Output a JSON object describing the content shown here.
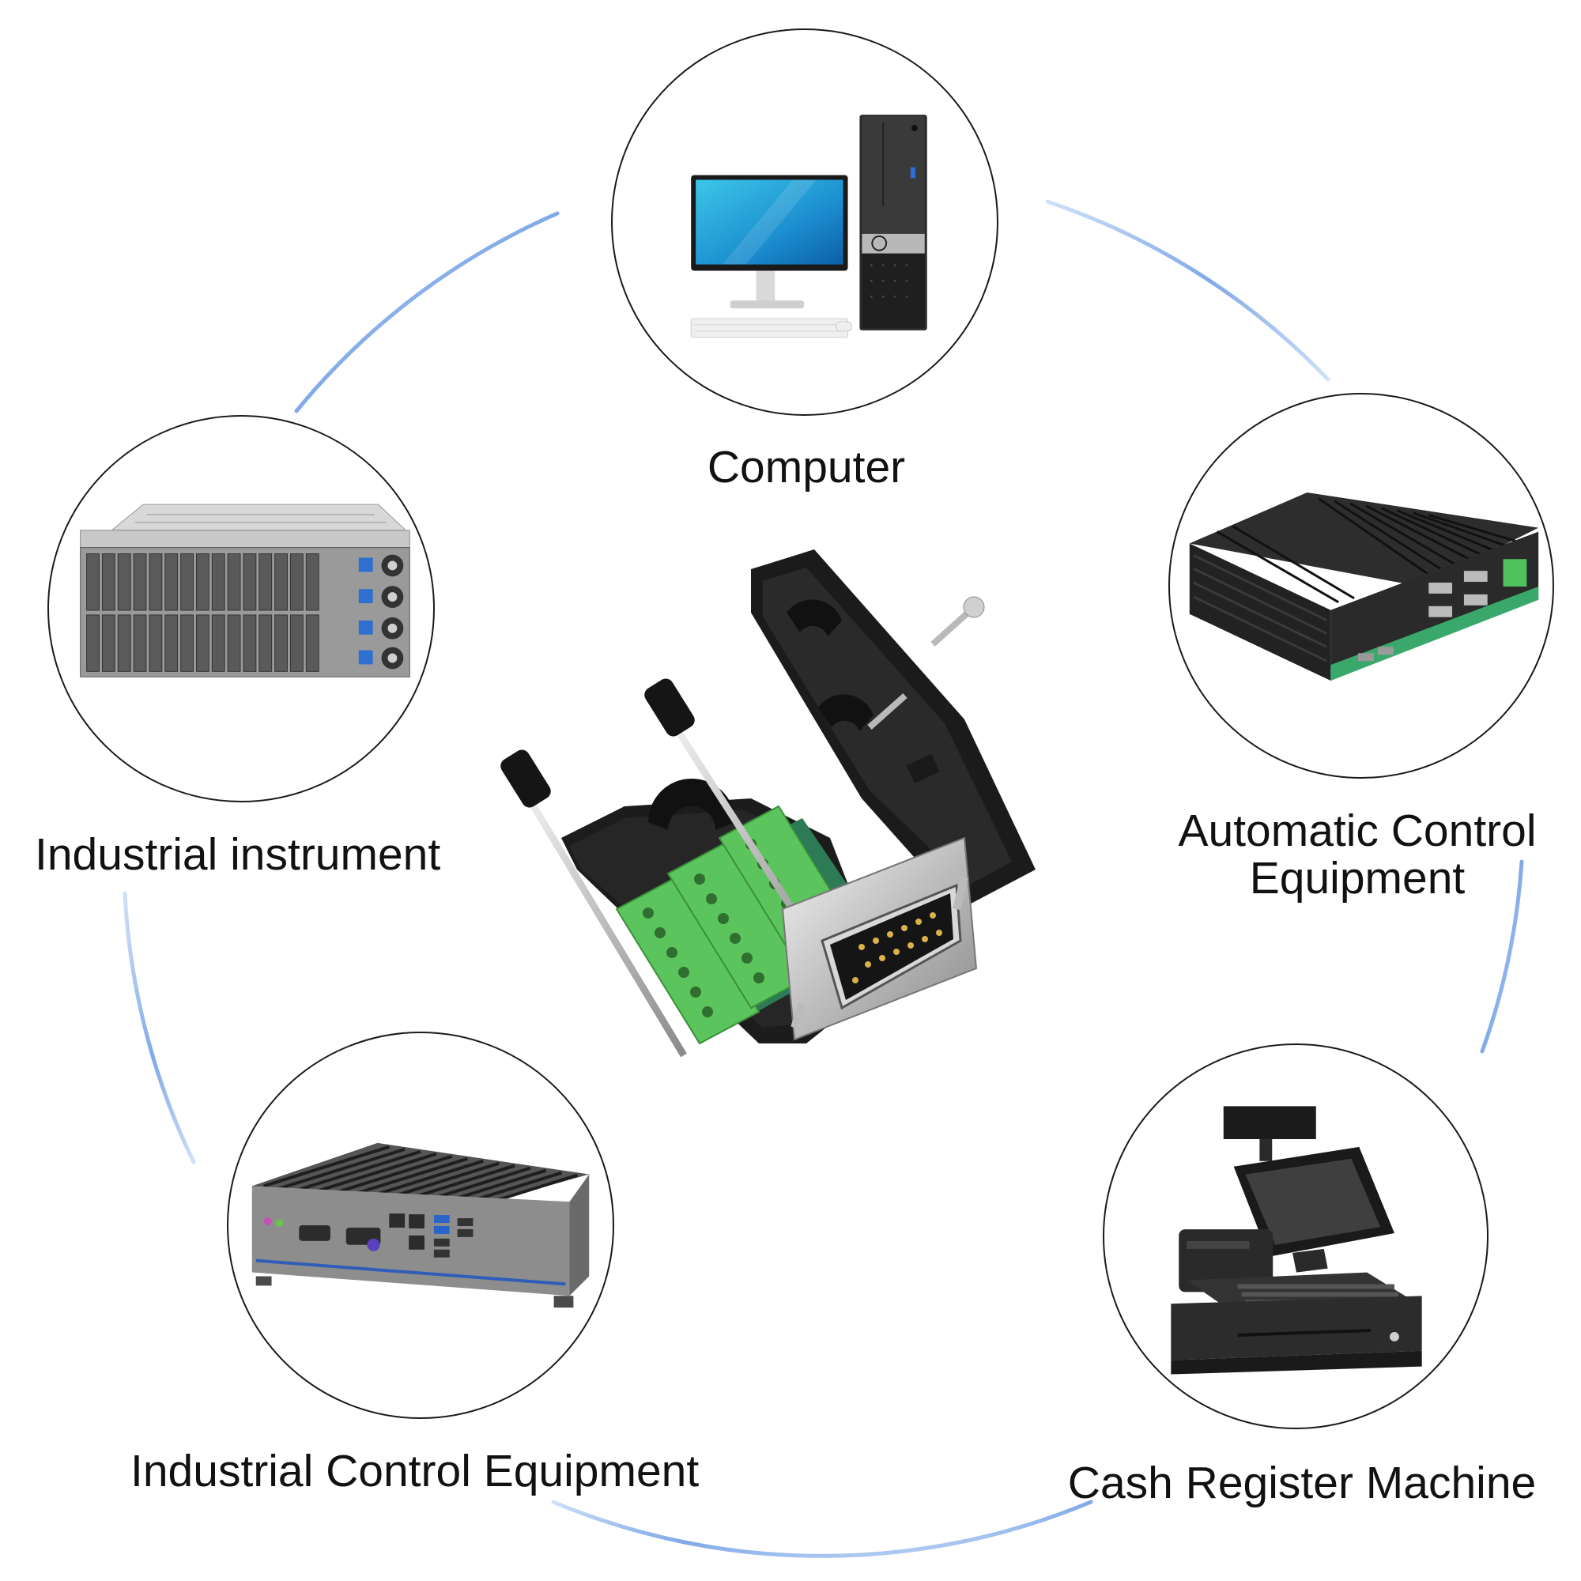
{
  "applications": [
    {
      "id": "computer",
      "label": "Computer",
      "icon": "desktop-computer-icon"
    },
    {
      "id": "industrial-instrument",
      "label": "Industrial instrument",
      "icon": "rack-server-icon"
    },
    {
      "id": "automatic-control",
      "label_line1": "Automatic Control",
      "label_line2": "Equipment",
      "icon": "fanless-box-pc-icon"
    },
    {
      "id": "industrial-control",
      "label": "Industrial Control Equipment",
      "icon": "industrial-pc-icon"
    },
    {
      "id": "cash-register",
      "label": "Cash Register Machine",
      "icon": "pos-terminal-icon"
    }
  ],
  "product": {
    "icon": "db25-terminal-breakout-connector-icon"
  },
  "colors": {
    "ring": "#8fb4ea",
    "circle_border": "#1a1a1a",
    "terminal_green": "#5cc45c",
    "housing": "#1c1c1c",
    "text": "#111111"
  }
}
